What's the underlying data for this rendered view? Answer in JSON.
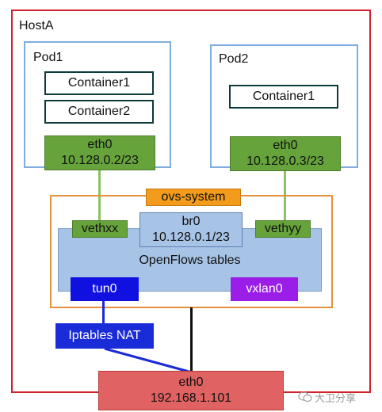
{
  "host": {
    "label": "HostA"
  },
  "pods": [
    {
      "label": "Pod1",
      "containers": [
        "Container1",
        "Container2"
      ],
      "eth": {
        "name": "eth0",
        "ip": "10.128.0.2/23"
      }
    },
    {
      "label": "Pod2",
      "containers": [
        "Container1"
      ],
      "eth": {
        "name": "eth0",
        "ip": "10.128.0.3/23"
      }
    }
  ],
  "ovs": {
    "label": "ovs-system",
    "openflows_label": "OpenFlows tables",
    "br0": {
      "name": "br0",
      "ip": "10.128.0.1/23"
    },
    "vethxx": "vethxx",
    "vethyy": "vethyy",
    "tun0": "tun0",
    "vxlan0": "vxlan0"
  },
  "iptables": {
    "label": "Iptables NAT"
  },
  "host_eth": {
    "name": "eth0",
    "ip": "192.168.1.101"
  },
  "watermark": {
    "text": "大卫分享",
    "icon": "chat-bubbles-icon"
  },
  "colors": {
    "host_border": "#d0212e",
    "pod_border": "#7eaee0",
    "eth_green": "#67a33b",
    "ovs_orange": "#f29b1c",
    "openflows_blue": "#a7c3e6",
    "tun_blue": "#1010e0",
    "vxlan_purple": "#9a1ee8",
    "host_eth_red": "#e06262"
  }
}
